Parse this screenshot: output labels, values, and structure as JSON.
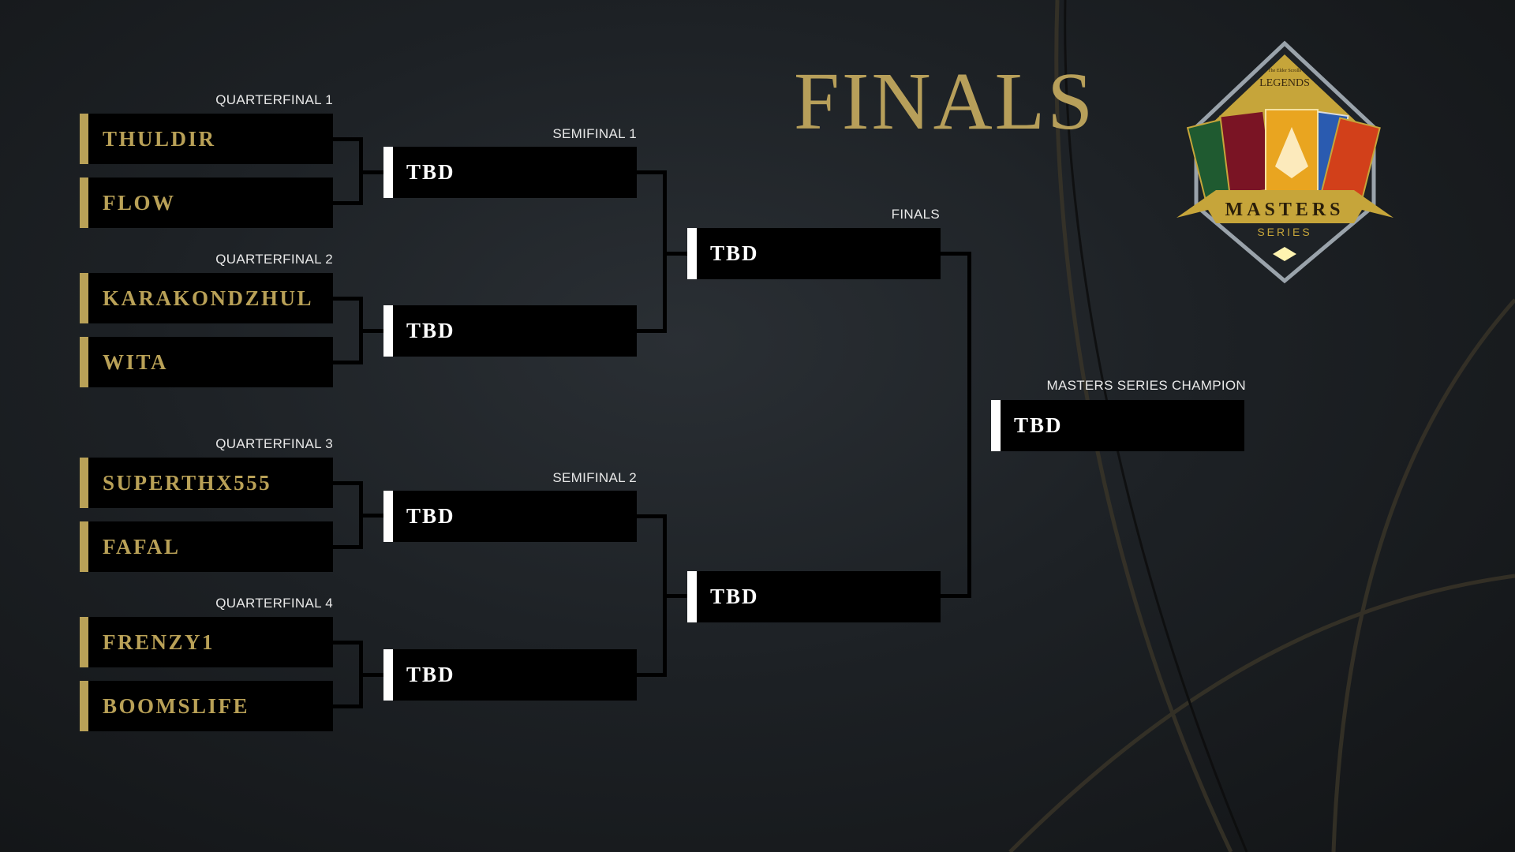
{
  "title": "FINALS",
  "logo": {
    "top_text": "The Elder Scrolls",
    "brand": "LEGENDS",
    "banner": "MASTERS",
    "sub": "SERIES"
  },
  "quarterfinals": [
    {
      "label": "QUARTERFINAL 1",
      "players": [
        "THULDIR",
        "FLOW"
      ]
    },
    {
      "label": "QUARTERFINAL 2",
      "players": [
        "KARAKONDZHUL",
        "WITA"
      ]
    },
    {
      "label": "QUARTERFINAL 3",
      "players": [
        "SUPERTHX555",
        "FAFAL"
      ]
    },
    {
      "label": "QUARTERFINAL 4",
      "players": [
        "FRENZY1",
        "BOOMSLIFE"
      ]
    }
  ],
  "semifinals": [
    {
      "label": "SEMIFINAL 1",
      "slots": [
        "TBD",
        "TBD"
      ]
    },
    {
      "label": "SEMIFINAL 2",
      "slots": [
        "TBD",
        "TBD"
      ]
    }
  ],
  "finals": {
    "label": "FINALS",
    "slots": [
      "TBD",
      "TBD"
    ]
  },
  "champion": {
    "label": "MASTERS SERIES CHAMPION",
    "slot": "TBD"
  },
  "colors": {
    "gold": "#b9a157",
    "white": "#ffffff",
    "box": "#000000"
  }
}
